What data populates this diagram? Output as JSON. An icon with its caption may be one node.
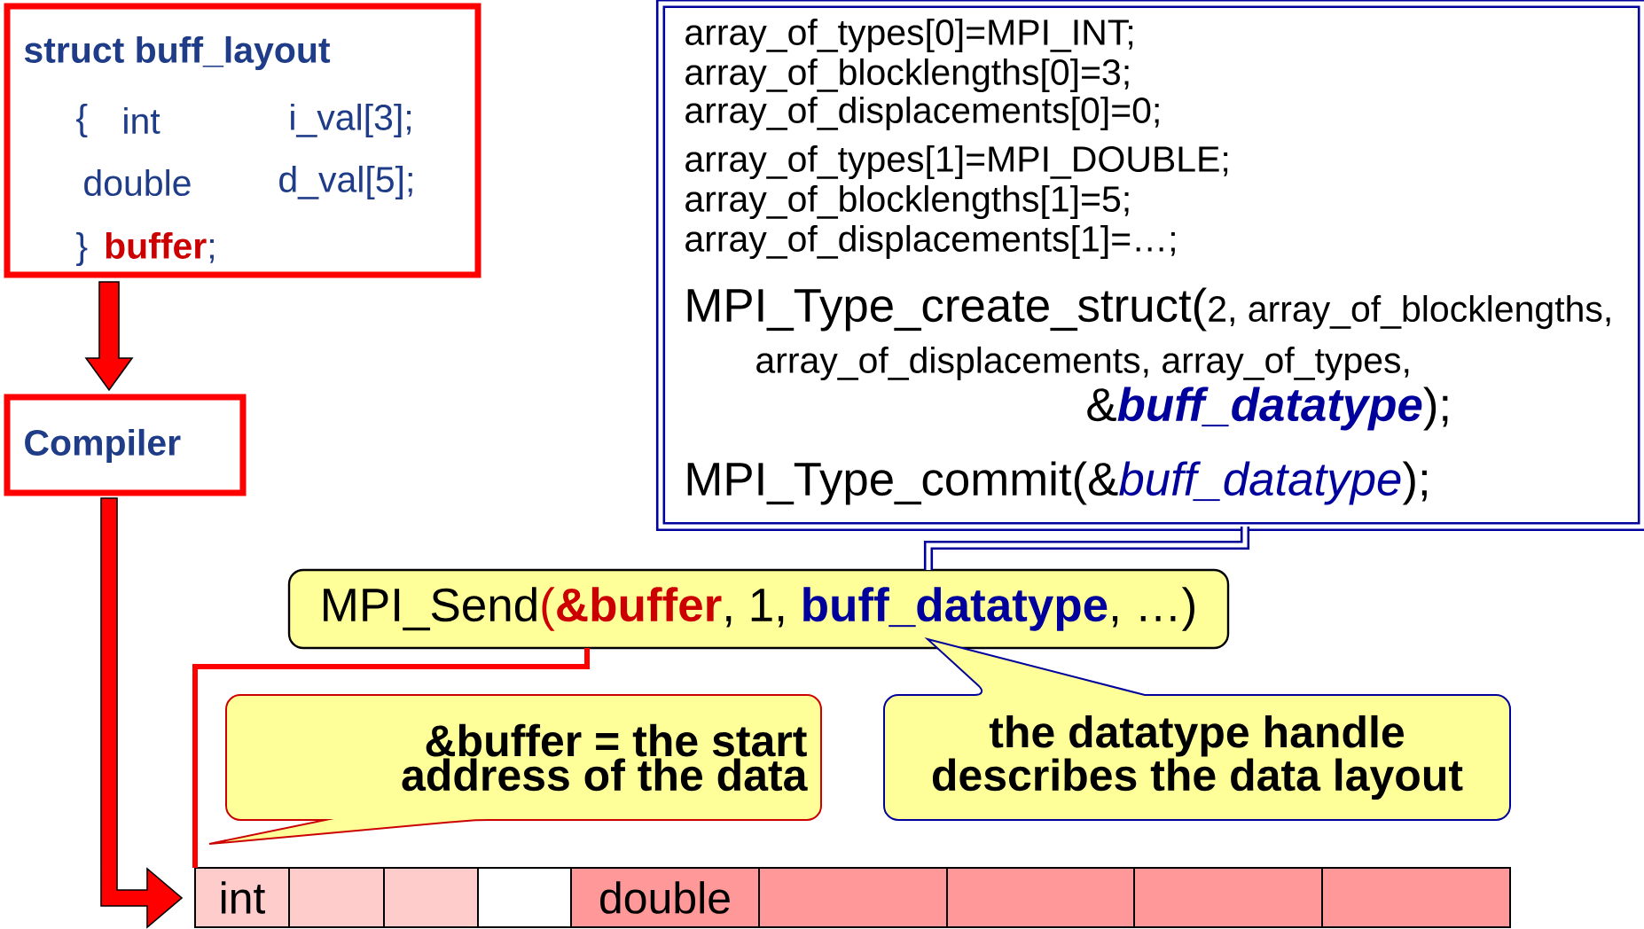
{
  "diagram": {
    "nodes": [
      {
        "text": [
          "struct buff_layout",
          "{",
          "int",
          "i_val[3];",
          "double",
          "d_val[5];",
          "}",
          "buffer",
          ";"
        ]
      },
      {
        "text": [
          "Compiler"
        ]
      },
      {
        "text": [
          "array_of_types[0]=MPI_INT;",
          "array_of_blocklengths[0]=3;",
          "array_of_displacements[0]=0;",
          "array_of_types[1]=MPI_DOUBLE;",
          "array_of_blocklengths[1]=5;",
          "array_of_displacements[1]=…;",
          "MPI_Type_create_struct(",
          "2, array_of_blocklengths,",
          "array_of_displacements, array_of_types,",
          "&",
          "buff_datatype",
          ");",
          "MPI_Type_commit(&",
          "buff_datatype",
          ");"
        ]
      },
      {
        "text": [
          "MPI_Send",
          "(",
          "&buffer",
          ", 1,",
          "buff_datatype",
          ", …)"
        ]
      },
      {
        "text": [
          "&buffer = the start address of the data"
        ]
      },
      {
        "text": [
          "the datatype handle describes the data layout"
        ]
      },
      {
        "text": [
          "int"
        ]
      },
      {
        "text": [],
        "shape": "box"
      },
      {
        "text": [],
        "shape": "box"
      },
      {
        "text": [],
        "shape": "box"
      },
      {
        "text": [
          "double"
        ]
      },
      {
        "text": [],
        "shape": "box"
      },
      {
        "text": [],
        "shape": "box"
      },
      {
        "text": [],
        "shape": "box"
      },
      {
        "text": [],
        "shape": "box"
      }
    ],
    "edges": [
      {
        "from": 0,
        "to": 1,
        "arrow": "to",
        "style": "thick",
        "color": "#ff0000"
      },
      {
        "from": 1,
        "to": 6,
        "arrow": "to",
        "style": "thick",
        "color": "#ff0000"
      },
      {
        "from": 2,
        "to": 3,
        "arrow": "none",
        "color": "#000099"
      },
      {
        "from": 3,
        "to": 6,
        "arrow": "none",
        "color": "#ff0000"
      }
    ]
  }
}
